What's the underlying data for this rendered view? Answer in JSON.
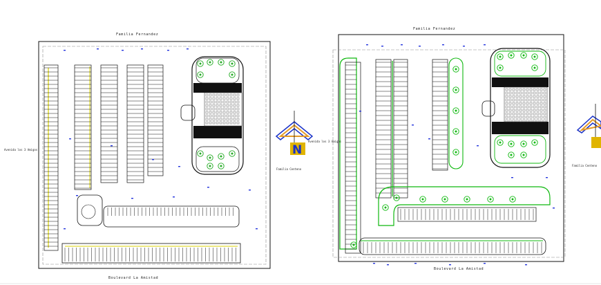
{
  "colors": {
    "linework": "#111111",
    "gray": "#8a8a8a",
    "parking_line_left": "#d8d000",
    "green": "#0fb80f",
    "tree": "#22aa22",
    "blue_text": "#2233dd",
    "hatch": "#444444",
    "north_orange": "#e49a28",
    "north_blue": "#1a32c8",
    "north_yellow": "#e0b400"
  },
  "left_plan": {
    "street_top": "Familia Fernandez",
    "street_left": "Avenida los 3 Amigos",
    "street_right": "Familia Centeno",
    "street_bottom": "Boulevard La Amistad"
  },
  "right_plan": {
    "street_top": "Familia Fernandez",
    "street_left": "Avenida los 3 Amigos",
    "street_right": "Familia Centeno",
    "street_bottom": "Boulevard La Amistad"
  },
  "north_arrow": {
    "letter": "N",
    "icon": "north-arrow-icon"
  }
}
